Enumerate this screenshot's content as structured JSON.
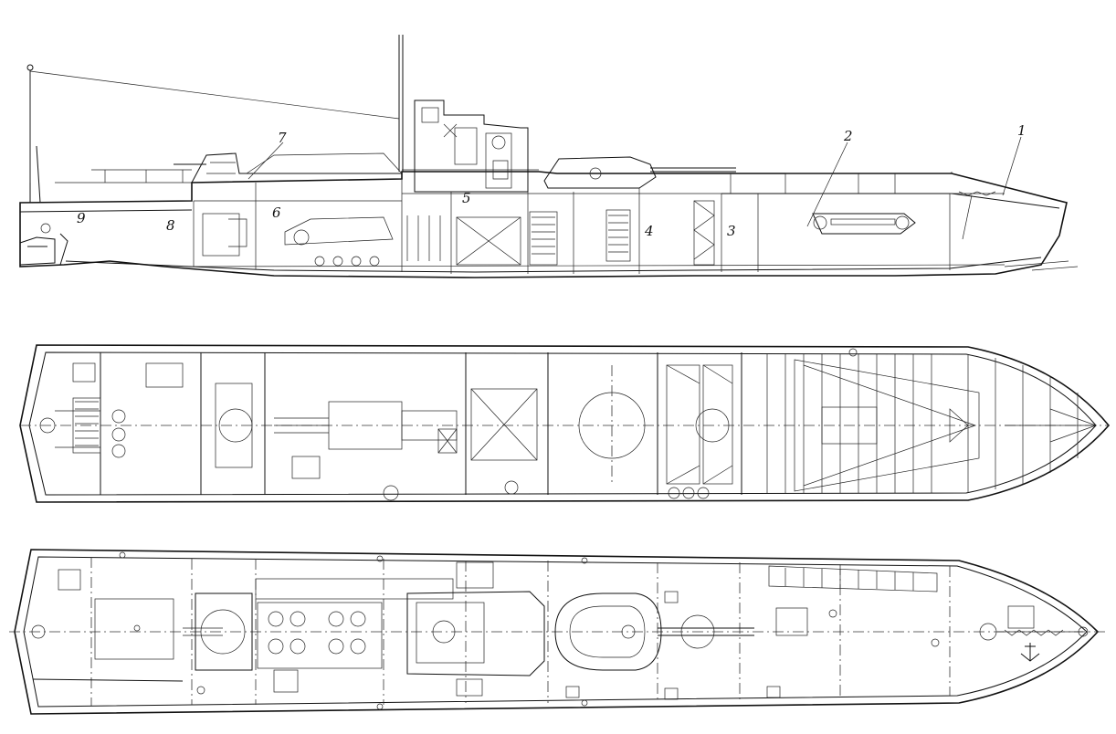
{
  "callouts": [
    {
      "id": "callout-1",
      "label": "1"
    },
    {
      "id": "callout-2",
      "label": "2"
    },
    {
      "id": "callout-3",
      "label": "3"
    },
    {
      "id": "callout-4",
      "label": "4"
    },
    {
      "id": "callout-5",
      "label": "5"
    },
    {
      "id": "callout-6",
      "label": "6"
    },
    {
      "id": "callout-7",
      "label": "7"
    },
    {
      "id": "callout-8",
      "label": "8"
    },
    {
      "id": "callout-9",
      "label": "9"
    }
  ]
}
